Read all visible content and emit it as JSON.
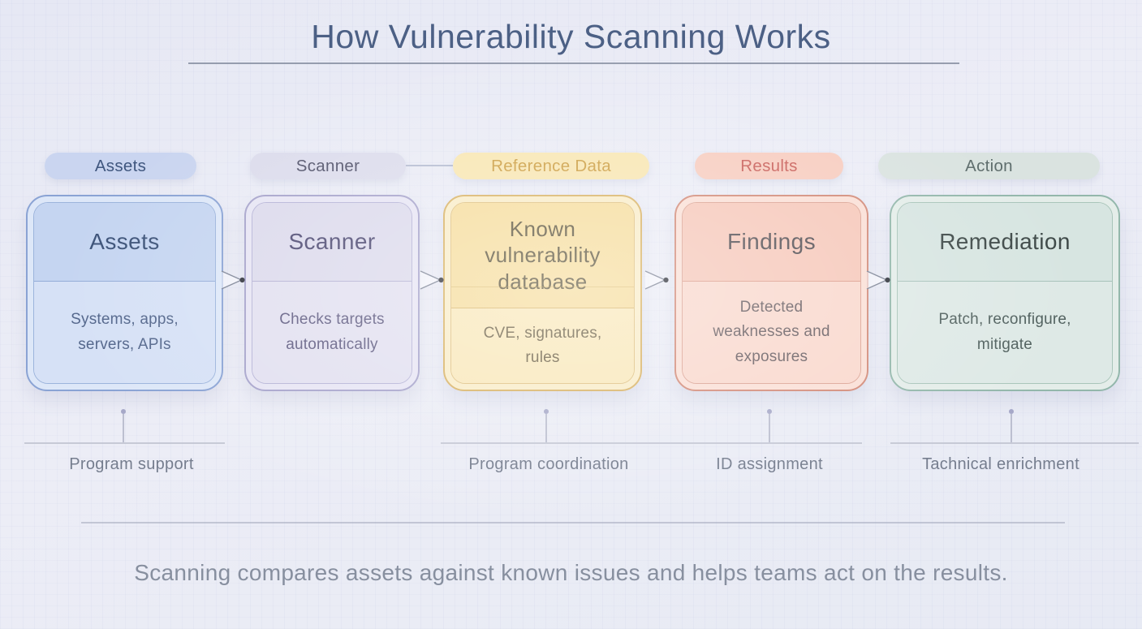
{
  "title": "How Vulnerability Scanning Works",
  "pills": [
    {
      "label": "Assets",
      "bg": "#cad5f0",
      "text": "#40577f"
    },
    {
      "label": "Scanner",
      "bg": "#dcdcec",
      "text": "#51526a"
    },
    {
      "label": "Reference Data",
      "bg": "#f8e6b2",
      "text": "#cc9e42"
    },
    {
      "label": "Results",
      "bg": "#f7cdc0",
      "text": "#c9605a"
    },
    {
      "label": "Action",
      "bg": "#dae3e0",
      "text": "#5e6d6c"
    }
  ],
  "stages": [
    {
      "title": "Assets",
      "body": "Systems, apps, servers, APIs",
      "accent": "#8aa3d4"
    },
    {
      "title": "Scanner",
      "body": "Checks targets automatically",
      "accent": "#a6a3cb"
    },
    {
      "title": "Known vulnerability database",
      "body": "CVE, signatures, rules",
      "accent": "#d8b264"
    },
    {
      "title": "Findings",
      "body": "Detected weaknesses and exposures",
      "accent": "#d28a78"
    },
    {
      "title": "Remediation",
      "body": "Patch, reconfigure, mitigate",
      "accent": "#93b7ab"
    }
  ],
  "callouts": [
    {
      "label": "Program support"
    },
    {
      "label": "Program coordination"
    },
    {
      "label": "ID assignment"
    },
    {
      "label": "Tachnical enrichment"
    }
  ],
  "caption": "Scanning compares assets against known issues and helps teams act on the results."
}
